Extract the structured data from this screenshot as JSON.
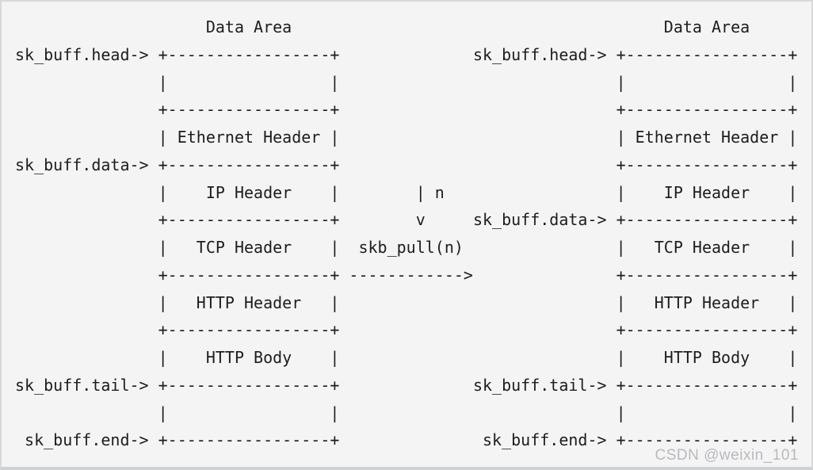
{
  "diagram": {
    "left_diagram": {
      "title": "Data Area",
      "pointers": {
        "head": "sk_buff.head->",
        "data": "sk_buff.data->",
        "tail": "sk_buff.tail->",
        "end": "sk_buff.end->"
      },
      "segments": [
        "Ethernet Header",
        "IP Header",
        "TCP Header",
        "HTTP Header",
        "HTTP Body"
      ]
    },
    "operation": {
      "amount_label": "| n",
      "down_arrow": "v",
      "name": "skb_pull(n)",
      "right_arrow": "------------>"
    },
    "right_diagram": {
      "title": "Data Area",
      "pointers": {
        "head": "sk_buff.head->",
        "data": "sk_buff.data->",
        "tail": "sk_buff.tail->",
        "end": "sk_buff.end->"
      },
      "segments": [
        "Ethernet Header",
        "IP Header",
        "TCP Header",
        "HTTP Header",
        "HTTP Body"
      ]
    },
    "lines": [
      "                    Data Area                                       Data Area",
      "sk_buff.head-> +-----------------+              sk_buff.head-> +-----------------+",
      "               |                 |                             |                 |",
      "               +-----------------+                             +-----------------+",
      "               | Ethernet Header |                             | Ethernet Header |",
      "sk_buff.data-> +-----------------+                             +-----------------+",
      "               |    IP Header    |        | n                  |    IP Header    |",
      "               +-----------------+        v     sk_buff.data-> +-----------------+",
      "               |   TCP Header    |  skb_pull(n)                |   TCP Header    |",
      "               +-----------------+ ------------>               +-----------------+",
      "               |   HTTP Header   |                             |   HTTP Header   |",
      "               +-----------------+                             +-----------------+",
      "               |    HTTP Body    |                             |    HTTP Body    |",
      "sk_buff.tail-> +-----------------+              sk_buff.tail-> +-----------------+",
      "               |                 |                             |                 |",
      " sk_buff.end-> +-----------------+               sk_buff.end-> +-----------------+"
    ]
  },
  "watermark": "CSDN @weixin_101",
  "colors": {
    "background": "#f4f4f5",
    "border": "#d7d8da",
    "border_bottom": "#d0d1d3",
    "text": "#1d1d1f",
    "watermark": "#b7babd"
  }
}
